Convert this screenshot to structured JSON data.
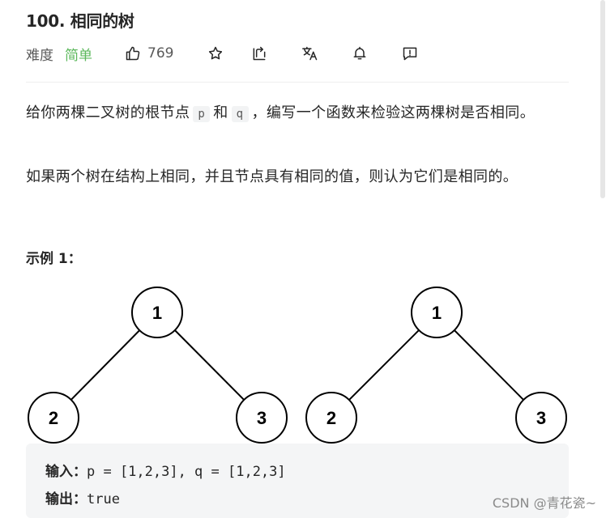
{
  "problem": {
    "title": "100. 相同的树",
    "difficulty_label": "难度",
    "difficulty_value": "简单",
    "like_count": "769"
  },
  "toolbar_icons": [
    "thumbs-up-icon",
    "star-icon",
    "share-icon",
    "translate-icon",
    "bell-icon",
    "feedback-icon"
  ],
  "description": {
    "p1_before": "给你两棵二叉树的根节点",
    "p1_code_p": "p",
    "p1_and": "和",
    "p1_code_q": "q",
    "p1_after": "，编写一个函数来检验这两棵树是否相同。",
    "p2": "如果两个树在结构上相同，并且节点具有相同的值，则认为它们是相同的。"
  },
  "example1": {
    "title": "示例 1：",
    "tree_p": {
      "root": "1",
      "left": "2",
      "right": "3"
    },
    "tree_q": {
      "root": "1",
      "left": "2",
      "right": "3"
    },
    "input_label": "输入：",
    "input_value": "p = [1,2,3], q = [1,2,3]",
    "output_label": "输出：",
    "output_value": "true"
  },
  "colors": {
    "difficulty_easy": "#5cb85c",
    "text": "#262626",
    "muted": "#595959",
    "code_bg": "#f4f5f6"
  },
  "watermark": "CSDN @青花瓷~"
}
